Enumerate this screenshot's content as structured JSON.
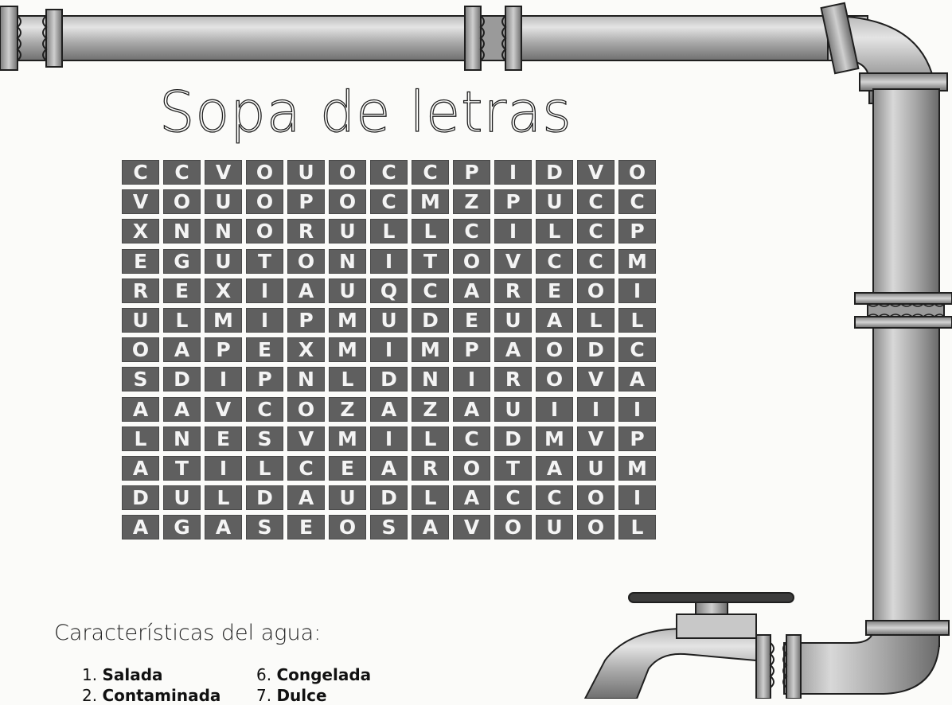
{
  "title": "Sopa de letras",
  "grid": [
    [
      "C",
      "C",
      "V",
      "O",
      "U",
      "O",
      "C",
      "C",
      "P",
      "I",
      "D",
      "V",
      "O"
    ],
    [
      "V",
      "O",
      "U",
      "O",
      "P",
      "O",
      "C",
      "M",
      "Z",
      "P",
      "U",
      "C",
      "C"
    ],
    [
      "X",
      "N",
      "N",
      "O",
      "R",
      "U",
      "L",
      "L",
      "C",
      "I",
      "L",
      "C",
      "P"
    ],
    [
      "E",
      "G",
      "U",
      "T",
      "O",
      "N",
      "I",
      "T",
      "O",
      "V",
      "C",
      "C",
      "M"
    ],
    [
      "R",
      "E",
      "X",
      "I",
      "A",
      "U",
      "Q",
      "C",
      "A",
      "R",
      "E",
      "O",
      "I"
    ],
    [
      "U",
      "L",
      "M",
      "I",
      "P",
      "M",
      "U",
      "D",
      "E",
      "U",
      "A",
      "L",
      "L"
    ],
    [
      "O",
      "A",
      "P",
      "E",
      "X",
      "M",
      "I",
      "M",
      "P",
      "A",
      "O",
      "D",
      "C"
    ],
    [
      "S",
      "D",
      "I",
      "P",
      "N",
      "L",
      "D",
      "N",
      "I",
      "R",
      "O",
      "V",
      "A"
    ],
    [
      "A",
      "A",
      "V",
      "C",
      "O",
      "Z",
      "A",
      "Z",
      "A",
      "U",
      "I",
      "I",
      "I"
    ],
    [
      "L",
      "N",
      "E",
      "S",
      "V",
      "M",
      "I",
      "L",
      "C",
      "D",
      "M",
      "V",
      "P"
    ],
    [
      "A",
      "T",
      "I",
      "L",
      "C",
      "E",
      "A",
      "R",
      "O",
      "T",
      "A",
      "U",
      "M"
    ],
    [
      "D",
      "U",
      "L",
      "D",
      "A",
      "U",
      "D",
      "L",
      "A",
      "C",
      "C",
      "O",
      "I"
    ],
    [
      "A",
      "G",
      "A",
      "S",
      "E",
      "O",
      "S",
      "A",
      "V",
      "O",
      "U",
      "O",
      "L"
    ]
  ],
  "clues_heading": "Características del agua:",
  "clues": [
    {
      "num": "1.",
      "word": "Salada"
    },
    {
      "num": "2.",
      "word": "Contaminada"
    },
    {
      "num": "6.",
      "word": "Congelada"
    },
    {
      "num": "7.",
      "word": "Dulce"
    }
  ],
  "colors": {
    "tile": "#5f5f5f",
    "tile_text": "#f4f4f4",
    "pipe_light": "#d9d9d9",
    "pipe_mid": "#a8a8a8",
    "pipe_dark": "#6e6e6e",
    "outline": "#1f1f1f"
  }
}
